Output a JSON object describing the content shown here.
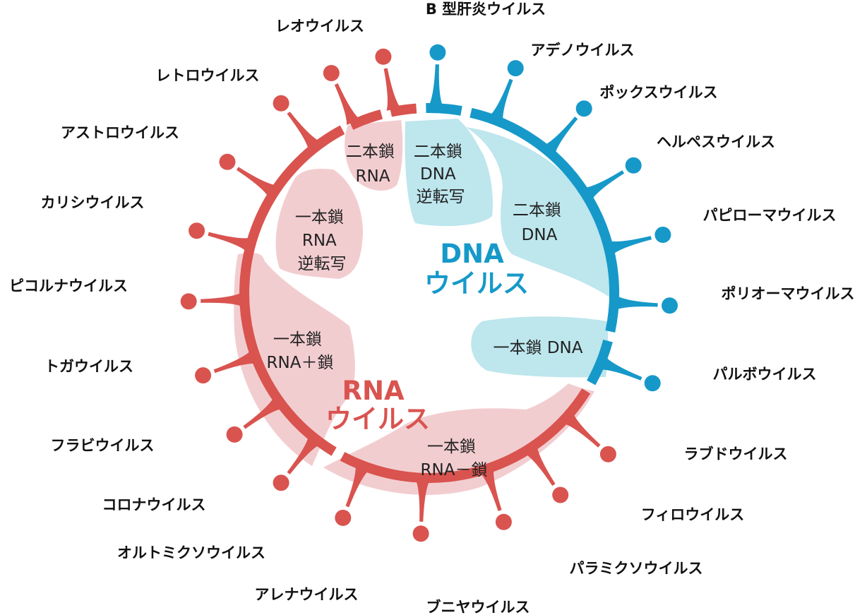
{
  "colors": {
    "rna_dark": "#d9534f",
    "rna_light": "#f2cdd0",
    "dna_dark": "#1699c9",
    "dna_light": "#bde6ed",
    "text": "#111111"
  },
  "groups": {
    "dna": {
      "line1": "DNA",
      "line2": "ウイルス"
    },
    "rna": {
      "line1": "RNA",
      "line2": "ウイルス"
    }
  },
  "regions": {
    "ds_rna": {
      "lines": [
        "二本鎖",
        "RNA"
      ]
    },
    "ds_dna_rt": {
      "lines": [
        "二本鎖",
        "DNA",
        "逆転写"
      ]
    },
    "ds_dna": {
      "lines": [
        "二本鎖",
        "DNA"
      ]
    },
    "ss_rna_rt": {
      "lines": [
        "一本鎖",
        "RNA",
        "逆転写"
      ]
    },
    "ss_dna": {
      "lines": [
        "一本鎖 DNA"
      ]
    },
    "ss_rna_plus": {
      "lines": [
        "一本鎖",
        "RNA＋鎖"
      ]
    },
    "ss_rna_minus": {
      "lines": [
        "一本鎖",
        "RNA－鎖"
      ]
    }
  },
  "viruses": [
    {
      "id": "hepatitis-b",
      "name": "B 型肝炎ウイルス",
      "type": "dna"
    },
    {
      "id": "adeno",
      "name": "アデノウイルス",
      "type": "dna"
    },
    {
      "id": "pox",
      "name": "ポックスウイルス",
      "type": "dna"
    },
    {
      "id": "herpes",
      "name": "ヘルペスウイルス",
      "type": "dna"
    },
    {
      "id": "papilloma",
      "name": "パピローマウイルス",
      "type": "dna"
    },
    {
      "id": "polyoma",
      "name": "ポリオーマウイルス",
      "type": "dna"
    },
    {
      "id": "parvo",
      "name": "パルボウイルス",
      "type": "dna"
    },
    {
      "id": "rhabdo",
      "name": "ラブドウイルス",
      "type": "rna"
    },
    {
      "id": "filo",
      "name": "フィロウイルス",
      "type": "rna"
    },
    {
      "id": "paramyxo",
      "name": "パラミクソウイルス",
      "type": "rna"
    },
    {
      "id": "bunya",
      "name": "ブニヤウイルス",
      "type": "rna"
    },
    {
      "id": "arena",
      "name": "アレナウイルス",
      "type": "rna"
    },
    {
      "id": "orthomyxo",
      "name": "オルトミクソウイルス",
      "type": "rna"
    },
    {
      "id": "corona",
      "name": "コロナウイルス",
      "type": "rna"
    },
    {
      "id": "flavi",
      "name": "フラビウイルス",
      "type": "rna"
    },
    {
      "id": "toga",
      "name": "トガウイルス",
      "type": "rna"
    },
    {
      "id": "picorna",
      "name": "ピコルナウイルス",
      "type": "rna"
    },
    {
      "id": "calici",
      "name": "カリシウイルス",
      "type": "rna"
    },
    {
      "id": "astro",
      "name": "アストロウイルス",
      "type": "rna"
    },
    {
      "id": "retro",
      "name": "レトロウイルス",
      "type": "rna"
    },
    {
      "id": "reo",
      "name": "レオウイルス",
      "type": "rna"
    }
  ]
}
